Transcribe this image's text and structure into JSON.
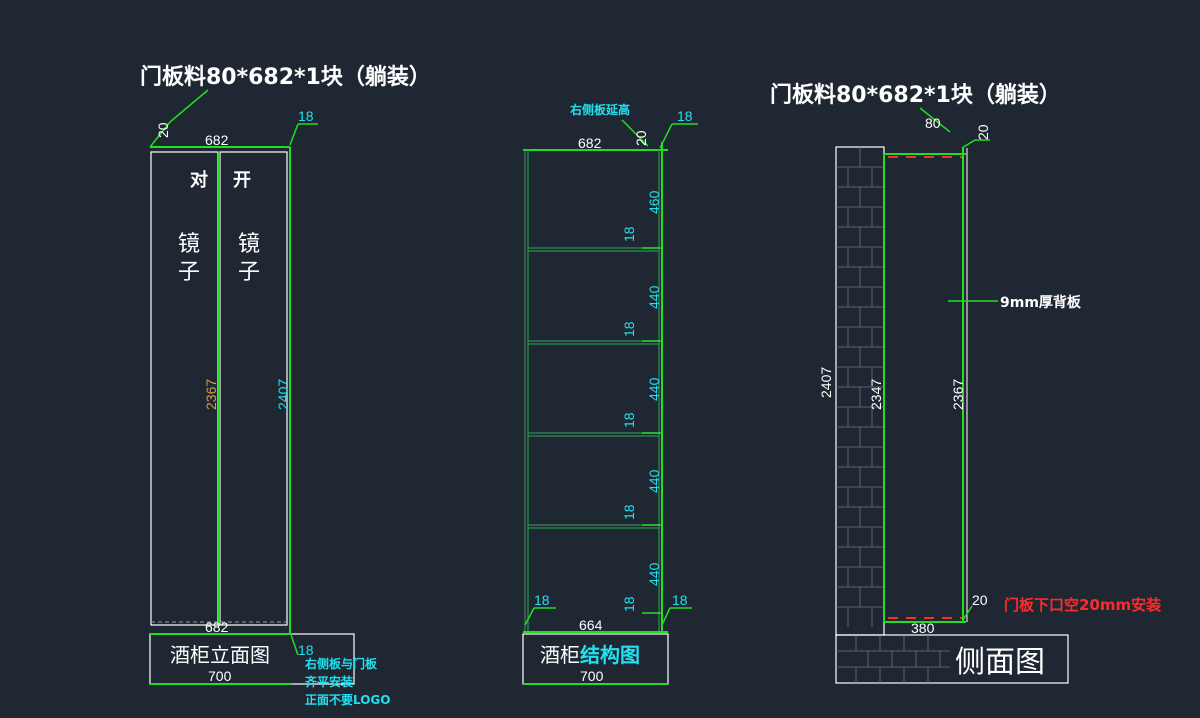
{
  "colors": {
    "background": "#1f2732",
    "white": "#ffffff",
    "green": "#22dd22",
    "dark_green": "#2f8f4f",
    "cyan": "#22e0f0",
    "orange": "#d89a4a",
    "red": "#ff2a2a",
    "grey": "#9aa0a6"
  },
  "left_view": {
    "title": "门板料80*682*1块（躺装）",
    "dim_top": "682",
    "dim_top_left": "20",
    "dim_top_right": "18",
    "text_duikai_1": "对",
    "text_duikai_2": "开",
    "mirror_left_1": "镜",
    "mirror_left_2": "子",
    "mirror_right_1": "镜",
    "mirror_right_2": "子",
    "dim_inner_height": "2367",
    "dim_total_height": "2407",
    "dim_bottom_inner": "682",
    "dim_bottom_right": "18",
    "label": "酒柜立面图",
    "dim_base": "700",
    "note_line_1": "右侧板与门板",
    "note_line_2": "齐平安装",
    "note_line_3": "正面不要LOGO"
  },
  "middle_view": {
    "note_top": "右侧板延高",
    "dim_top": "682",
    "dim_top_20": "20",
    "dim_top_18": "18",
    "shelf_dims": [
      "460",
      "440",
      "440",
      "440",
      "440"
    ],
    "shelf_thickness": [
      "18",
      "18",
      "18",
      "18",
      "18"
    ],
    "dim_bottom_left": "18",
    "dim_bottom_right": "18",
    "dim_inner_bottom": "664",
    "label_part_1": "酒柜",
    "label_part_2": "结构图",
    "dim_base": "700"
  },
  "right_view": {
    "title": "门板料80*682*1块（躺装）",
    "dim_80": "80",
    "dim_20_top": "20",
    "back_panel": "9mm厚背板",
    "dim_total": "2407",
    "dim_inner": "2347",
    "dim_door": "2367",
    "dim_20_bottom": "20",
    "red_note": "门板下口空20mm安装",
    "dim_380": "380",
    "label": "侧面图"
  }
}
